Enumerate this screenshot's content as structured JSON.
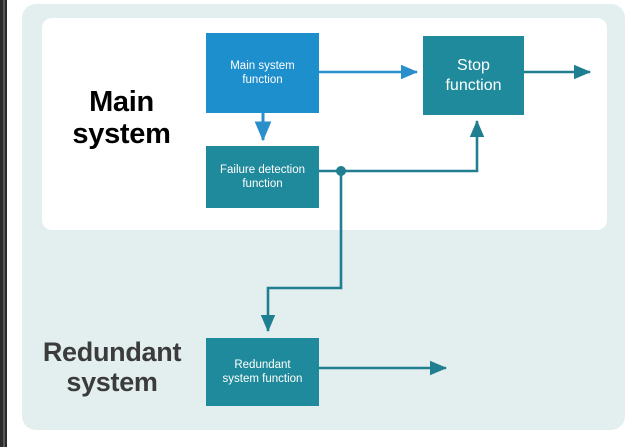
{
  "diagram": {
    "title": "Main system / Redundant system block diagram",
    "colors": {
      "panel_background": "#e3eeef",
      "card_background": "#ffffff",
      "node_blue": "#1e8fcd",
      "node_teal": "#1f8a9b",
      "connector_blue": "#2b8fcb",
      "connector_teal": "#1f7f90",
      "label_main": "#000000",
      "label_redundant": "#3b3b3b"
    },
    "bands": [
      {
        "id": "main",
        "label": "Main\nsystem"
      },
      {
        "id": "redundant",
        "label": "Redundant\nsystem"
      }
    ],
    "nodes": [
      {
        "id": "main-system-function",
        "label": "Main system\nfunction",
        "color": "#1e8fcd",
        "band": "main"
      },
      {
        "id": "failure-detection-function",
        "label": "Failure detection\nfunction",
        "color": "#1f8a9b",
        "band": "main"
      },
      {
        "id": "stop-function",
        "label": "Stop\nfunction",
        "color": "#1f8a9b",
        "band": "main"
      },
      {
        "id": "redundant-system-function",
        "label": "Redundant\nsystem function",
        "color": "#1f8a9b",
        "band": "redundant"
      }
    ],
    "connectors": [
      {
        "id": "main-to-stop",
        "from": "main-system-function",
        "to": "stop-function",
        "color": "#2b8fcb",
        "arrow": true
      },
      {
        "id": "main-to-failure",
        "from": "main-system-function",
        "to": "failure-detection-function",
        "color": "#2b8fcb",
        "arrow": true
      },
      {
        "id": "stop-output",
        "from": "stop-function",
        "to": "output",
        "color": "#1f7f90",
        "arrow": true
      },
      {
        "id": "failure-to-stop",
        "from": "failure-detection-function",
        "to": "stop-function",
        "color": "#1f7f90",
        "arrow": true,
        "junction": true
      },
      {
        "id": "failure-to-redundant",
        "from": "failure-detection-function",
        "to": "redundant-system-function",
        "color": "#1f7f90",
        "arrow": true
      },
      {
        "id": "redundant-output",
        "from": "redundant-system-function",
        "to": "output",
        "color": "#1f7f90",
        "arrow": true
      }
    ]
  }
}
